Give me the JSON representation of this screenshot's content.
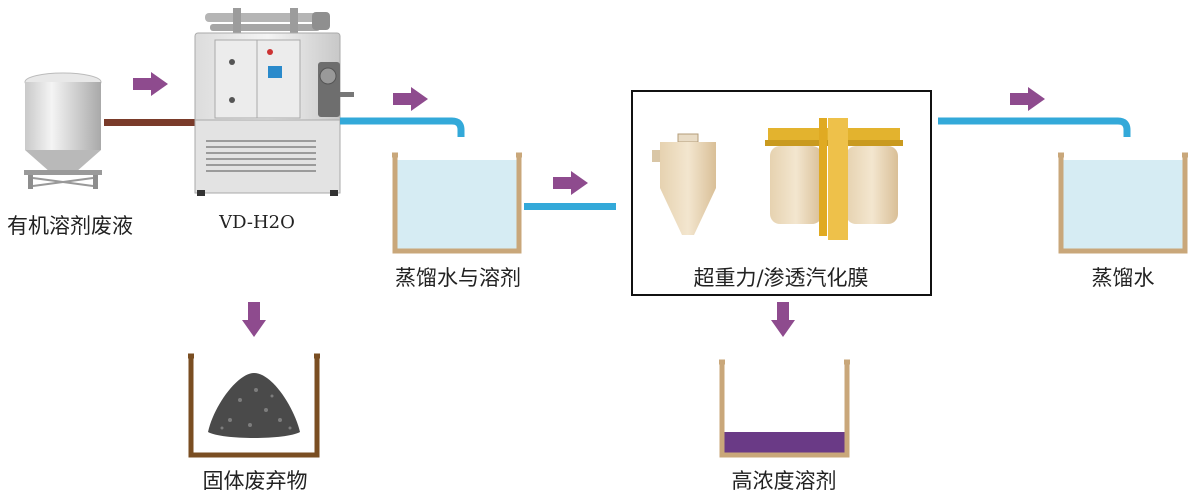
{
  "labels": {
    "waste_liquid": "有机溶剂废液",
    "machine": "VD-H2O",
    "distillate_solvent": "蒸馏水与溶剂",
    "membrane": "超重力/渗透汽化膜",
    "water": "蒸馏水",
    "solid_waste": "固体废弃物",
    "conc_solvent": "高浓度溶剂"
  },
  "colors": {
    "arrow": "#8e4b8e",
    "pipe_blue": "#33a9d9",
    "pipe_brown": "#7a3b2a",
    "tank_wall": "#b8956a",
    "water": "#d6ecf3",
    "bin_wall": "#7a4e22",
    "purple_liquid": "#6a3a86"
  }
}
